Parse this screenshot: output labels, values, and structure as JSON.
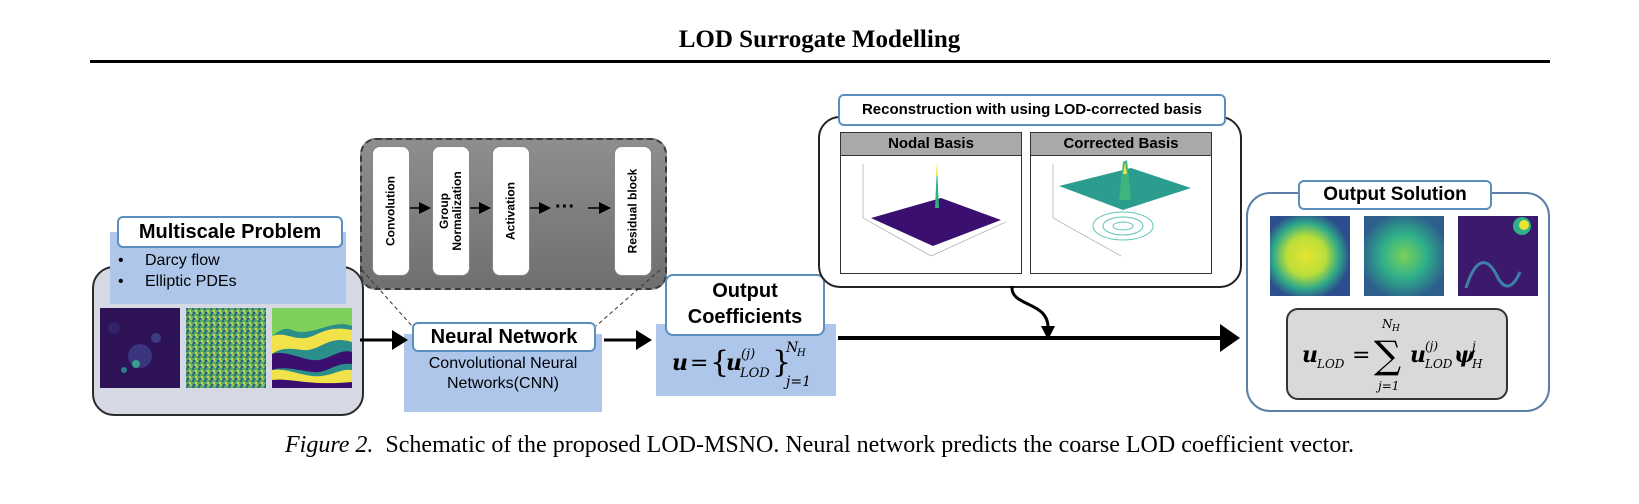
{
  "header": {
    "title": "LOD Surrogate Modelling"
  },
  "multiscale": {
    "title": "Multiscale Problem",
    "items": [
      "Darcy flow",
      "Elliptic PDEs"
    ],
    "bullet": "•"
  },
  "network_layers": [
    "Convolution",
    "Group Normalization",
    "Activation",
    "···",
    "Residual block"
  ],
  "neural_network": {
    "title": "Neural Network",
    "subtitle_line1": "Convolutional Neural",
    "subtitle_line2": "Networks(CNN)"
  },
  "output_coefficients": {
    "title_line1": "Output",
    "title_line2": "Coefficients"
  },
  "reconstruction": {
    "title": "Reconstruction with using LOD-corrected basis",
    "nodal_label": "Nodal Basis",
    "corrected_label": "Corrected Basis"
  },
  "output_solution": {
    "title": "Output Solution"
  },
  "caption": {
    "label": "Figure 2.",
    "text": "Schematic of the proposed LOD-MSNO. Neural network predicts the coarse LOD coefficient vector."
  },
  "colors": {
    "panel_blue": "#aec6ea",
    "box_border": "#5b8fbe",
    "viridis_purple": "#3b0f70",
    "viridis_yellow": "#f0e442"
  }
}
